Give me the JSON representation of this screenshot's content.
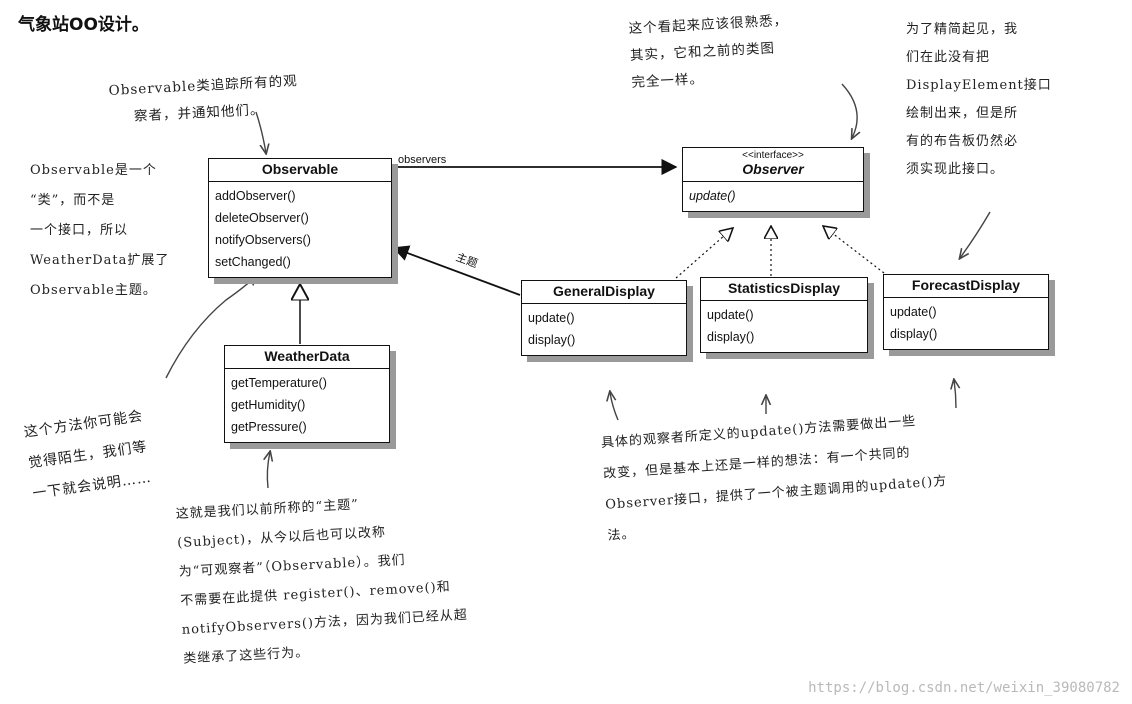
{
  "page_title": "气象站OO设计。",
  "classes": {
    "observable": {
      "name": "Observable",
      "methods": [
        "addObserver()",
        "deleteObserver()",
        "notifyObservers()",
        "setChanged()"
      ]
    },
    "observer": {
      "stereotype": "<<interface>>",
      "name": "Observer",
      "methods": [
        "update()"
      ]
    },
    "weather_data": {
      "name": "WeatherData",
      "methods": [
        "getTemperature()",
        "getHumidity()",
        "getPressure()"
      ]
    },
    "general_display": {
      "name": "GeneralDisplay",
      "methods": [
        "update()",
        "display()"
      ]
    },
    "statistics_display": {
      "name": "StatisticsDisplay",
      "methods": [
        "update()",
        "display()"
      ]
    },
    "forecast_display": {
      "name": "ForecastDisplay",
      "methods": [
        "update()",
        "display()"
      ]
    }
  },
  "edge_labels": {
    "observers": "observers",
    "subject": "主题"
  },
  "notes": {
    "observable_tracks": [
      "Observable类追踪所有的观",
      "察者，并通知他们。"
    ],
    "observable_is_class": [
      "Observable是一个",
      "“类”，而不是",
      "一个接口，所以",
      "WeatherData扩展了",
      "Observable主题。"
    ],
    "method_explain_later": [
      "这个方法你可能会",
      "觉得陌生，我们等",
      "一下就会说明……"
    ],
    "subject_explain": [
      "这就是我们以前所称的“主题”",
      "(Subject)，从今以后也可以改称",
      "为“可观察者”（Observable）。我们",
      "不需要在此提供 register()、remove()和",
      "notifyObservers()方法，因为我们已经从超",
      "类继承了这些行为。"
    ],
    "looks_familiar": [
      "这个看起来应该很熟悉，",
      "其实，它和之前的类图",
      "完全一样。"
    ],
    "display_element": [
      "为了精简起见，我",
      "们在此没有把",
      "DisplayElement接口",
      "绘制出来，但是所",
      "有的布告板仍然必",
      "须实现此接口。"
    ],
    "update_explain": [
      "具体的观察者所定义的update()方法需要做出一些",
      "改变，但是基本上还是一样的想法：有一个共同的",
      "Observer接口，提供了一个被主题调用的update()方",
      "法。"
    ]
  },
  "watermark": "https://blog.csdn.net/weixin_39080782"
}
